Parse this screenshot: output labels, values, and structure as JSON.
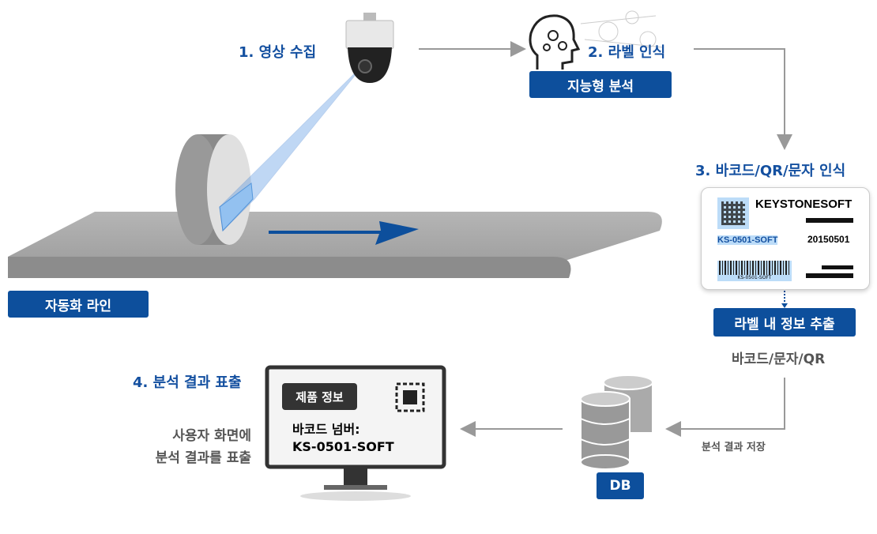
{
  "steps": {
    "capture": "1. 영상 수집",
    "recognize": "2. 라벨 인식",
    "barcode": "3. 바코드/QR/문자 인식",
    "display": "4. 분석 결과 표출"
  },
  "badges": {
    "analysis": "지능형 분석",
    "line": "자동화 라인",
    "extract": "라벨 내 정보 추출",
    "db": "DB"
  },
  "captions": {
    "types": "바코드/문자/QR",
    "save": "분석 결과 저장",
    "screen_line1": "사용자 화면에",
    "screen_line2": "분석 결과를 표출"
  },
  "label_card": {
    "brand": "KEYSTONESOFT",
    "code": "KS-0501-SOFT",
    "date": "20150501",
    "barcode_text": "KS-0501-SOFT"
  },
  "monitor": {
    "header": "제품 정보",
    "field": "바코드 넘버:",
    "value": "KS-0501-SOFT"
  },
  "colors": {
    "accent": "#0d4f9c",
    "step_text": "#1450a0",
    "arrow": "#999999"
  }
}
